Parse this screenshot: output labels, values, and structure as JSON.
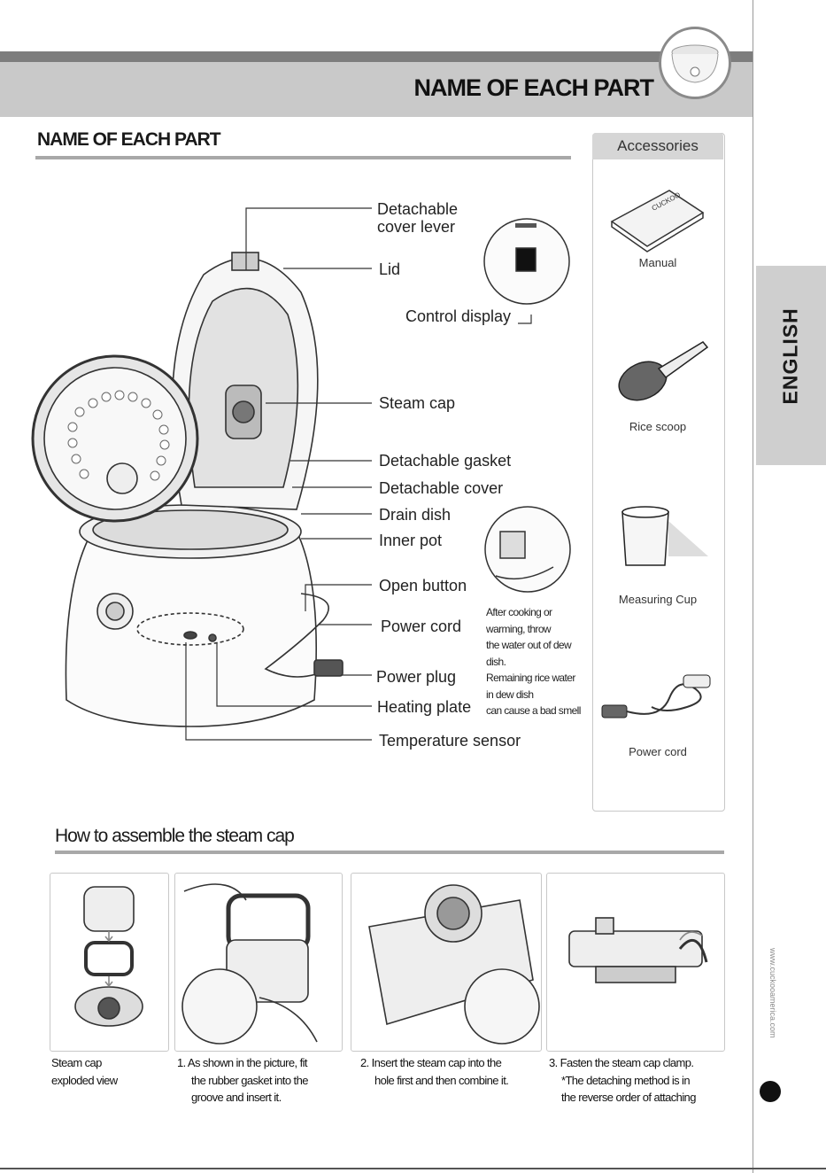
{
  "header": {
    "title": "NAME OF EACH PART"
  },
  "section": {
    "title": "NAME OF EACH PART"
  },
  "callouts": {
    "detachable_cover_lever_1": "Detachable",
    "detachable_cover_lever_2": "cover lever",
    "lid": "Lid",
    "control_display": "Control display",
    "steam_cap": "Steam cap",
    "detachable_gasket": "Detachable gasket",
    "detachable_cover": "Detachable cover",
    "drain_dish": "Drain dish",
    "inner_pot": "Inner pot",
    "open_button": "Open button",
    "power_cord": "Power cord",
    "power_plug": "Power plug",
    "heating_plate": "Heating plate",
    "temperature_sensor": "Temperature sensor"
  },
  "drain_note": {
    "lines": [
      "After cooking or",
      "warming, throw",
      "the water out of dew",
      "dish.",
      "Remaining rice water",
      "in dew dish",
      "can cause a bad smell"
    ]
  },
  "accessories": {
    "title": "Accessories",
    "items": [
      "Manual",
      "Rice scoop",
      "Measuring Cup",
      "Power cord"
    ],
    "manual_brand": "CUCKOO"
  },
  "language_tab": {
    "label": "ENGLISH"
  },
  "website": "www.cuckooamerica.com",
  "assemble": {
    "title": "How to assemble the steam cap",
    "steps": [
      {
        "lines": [
          "Steam cap",
          "exploded view"
        ]
      },
      {
        "lines": [
          "1. As shown in the picture, fit",
          "the rubber gasket into the",
          "groove and insert it."
        ]
      },
      {
        "lines": [
          "2. Insert the steam cap into the",
          "hole first and then combine it."
        ]
      },
      {
        "lines": [
          "3. Fasten the steam cap clamp.",
          "*The detaching method is in",
          "the reverse order of attaching"
        ]
      }
    ]
  }
}
